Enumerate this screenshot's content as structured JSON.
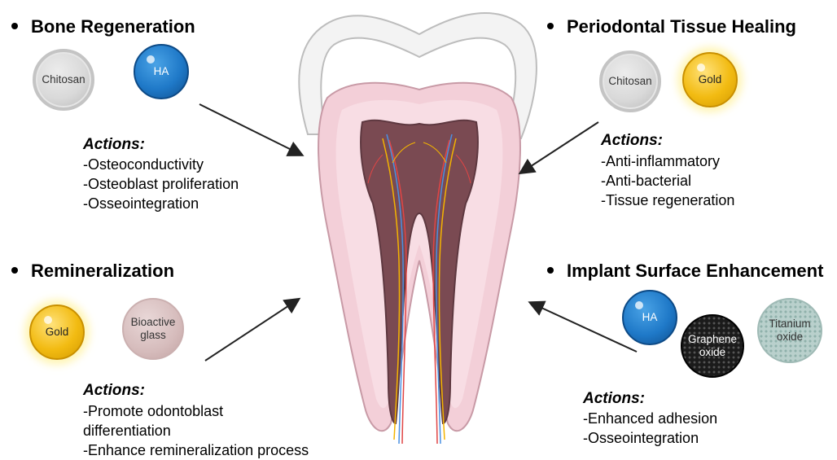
{
  "sections": {
    "bone_regeneration": {
      "title": "Bone Regeneration",
      "materials": [
        "Chitosan",
        "HA"
      ],
      "actions_label": "Actions:",
      "actions": [
        "-Osteoconductivity",
        "-Osteoblast proliferation",
        "-Osseointegration"
      ]
    },
    "periodontal": {
      "title": "Periodontal Tissue Healing",
      "materials": [
        "Chitosan",
        "Gold"
      ],
      "actions_label": "Actions:",
      "actions": [
        "-Anti-inflammatory",
        "-Anti-bacterial",
        "-Tissue regeneration"
      ]
    },
    "remineralization": {
      "title": "Remineralization",
      "materials": [
        "Gold",
        "Bioactive glass"
      ],
      "actions_label": "Actions:",
      "actions": [
        "-Promote odontoblast",
        "differentiation",
        "-Enhance remineralization process"
      ]
    },
    "implant": {
      "title": "Implant Surface Enhancement",
      "materials": [
        "HA",
        "Graphene oxide",
        "Titanium oxide"
      ],
      "actions_label": "Actions:",
      "actions": [
        "-Enhanced adhesion",
        "-Osseointegration"
      ]
    }
  },
  "material_labels": {
    "bioactive_line1": "Bioactive",
    "bioactive_line2": "glass",
    "graphene_line1": "Graphene",
    "graphene_line2": "oxide",
    "titanium_line1": "Titanium",
    "titanium_line2": "oxide"
  },
  "colors": {
    "chitosan": "#d9d9d9",
    "ha": "#1f79c8",
    "gold": "#f2bb12",
    "bioactive_glass": "#d6bcbc",
    "graphene_oxide": "#1b1b1b",
    "titanium_oxide": "#b9d0cc",
    "tooth_pink": "#f3cfd8",
    "pulp": "#7a4a52",
    "enamel": "#f2f2f2"
  }
}
